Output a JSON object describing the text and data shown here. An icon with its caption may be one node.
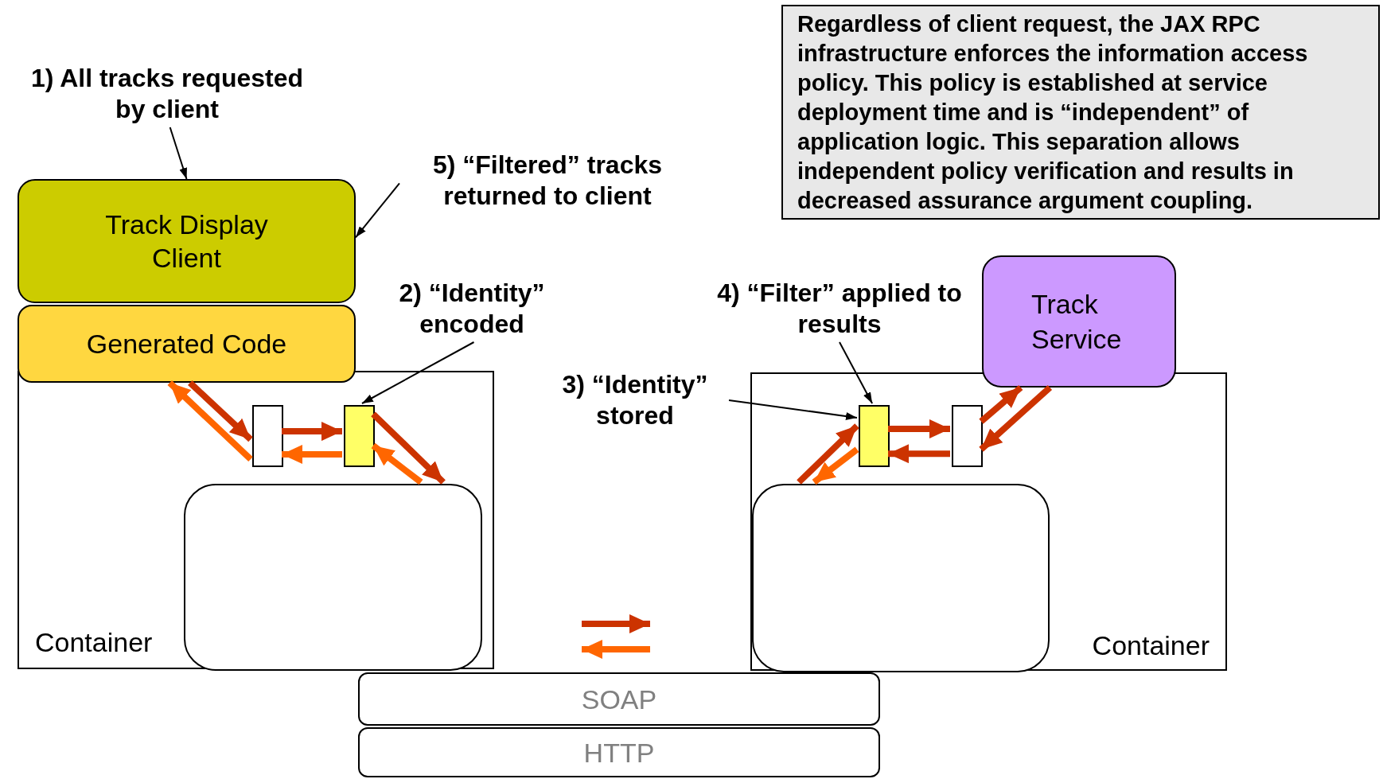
{
  "diagram": {
    "nodes": [
      {
        "text": [
          "Regardless of client request, the JAX RPC infrastructure enforces the information access policy. This policy is established at service deployment time and is “independent” of application logic. This separation allows independent policy verification and results in decreased assurance argument coupling."
        ]
      },
      {
        "text": [
          "1) All tracks requested by client"
        ]
      },
      {
        "text": [
          "Track Display Client"
        ]
      },
      {
        "text": [
          "5) “Filtered” tracks returned to client"
        ]
      },
      {
        "text": [
          "Generated Code"
        ]
      },
      {
        "text": [
          "2) “Identity” encoded"
        ]
      },
      {
        "text": [
          "4) “Filter” applied to results"
        ]
      },
      {
        "text": [
          "Track Service"
        ]
      },
      {
        "text": [
          "3) “Identity” stored"
        ]
      },
      {
        "text": [
          "Container"
        ]
      },
      {
        "text": [],
        "shape": "box",
        "in": 9
      },
      {
        "text": [],
        "shape": "box",
        "in": 9
      },
      {
        "text": [],
        "shape": "box",
        "in": 9
      },
      {
        "text": [
          "Container"
        ]
      },
      {
        "text": [],
        "shape": "box",
        "in": 13
      },
      {
        "text": [],
        "shape": "box",
        "in": 13
      },
      {
        "text": [],
        "shape": "box",
        "in": 13
      },
      {
        "text": [
          "SOAP"
        ]
      },
      {
        "text": [
          "HTTP"
        ]
      }
    ],
    "edges": [
      {
        "from": 1,
        "to": 2,
        "arrow": "to",
        "color": "#000000"
      },
      {
        "from": 3,
        "to": 2,
        "arrow": "to",
        "color": "#000000"
      },
      {
        "from": 5,
        "to": 11,
        "arrow": "to",
        "color": "#000000"
      },
      {
        "from": 8,
        "to": 14,
        "arrow": "to",
        "color": "#000000"
      },
      {
        "from": 6,
        "to": 14,
        "arrow": "to",
        "color": "#000000"
      },
      {
        "from": 10,
        "to": 11,
        "arrow": "to",
        "color": "#cc3300"
      },
      {
        "from": 11,
        "to": 10,
        "arrow": "to",
        "color": "#ff6600"
      },
      {
        "from": 14,
        "to": 15,
        "arrow": "to",
        "color": "#cc3300"
      },
      {
        "from": 15,
        "to": 14,
        "arrow": "to",
        "color": "#cc3300"
      },
      {
        "from": 4,
        "to": 10,
        "arrow": "to",
        "color": "#cc3300"
      },
      {
        "from": 10,
        "to": 4,
        "arrow": "to",
        "color": "#ff6600"
      },
      {
        "from": 11,
        "to": 12,
        "arrow": "to",
        "color": "#cc3300"
      },
      {
        "from": 12,
        "to": 11,
        "arrow": "to",
        "color": "#ff6600"
      },
      {
        "from": 16,
        "to": 14,
        "arrow": "to",
        "color": "#cc3300"
      },
      {
        "from": 14,
        "to": 16,
        "arrow": "to",
        "color": "#ff6600"
      },
      {
        "from": 15,
        "to": 7,
        "arrow": "to",
        "color": "#cc3300"
      },
      {
        "from": 7,
        "to": 15,
        "arrow": "to",
        "color": "#cc3300"
      }
    ]
  }
}
